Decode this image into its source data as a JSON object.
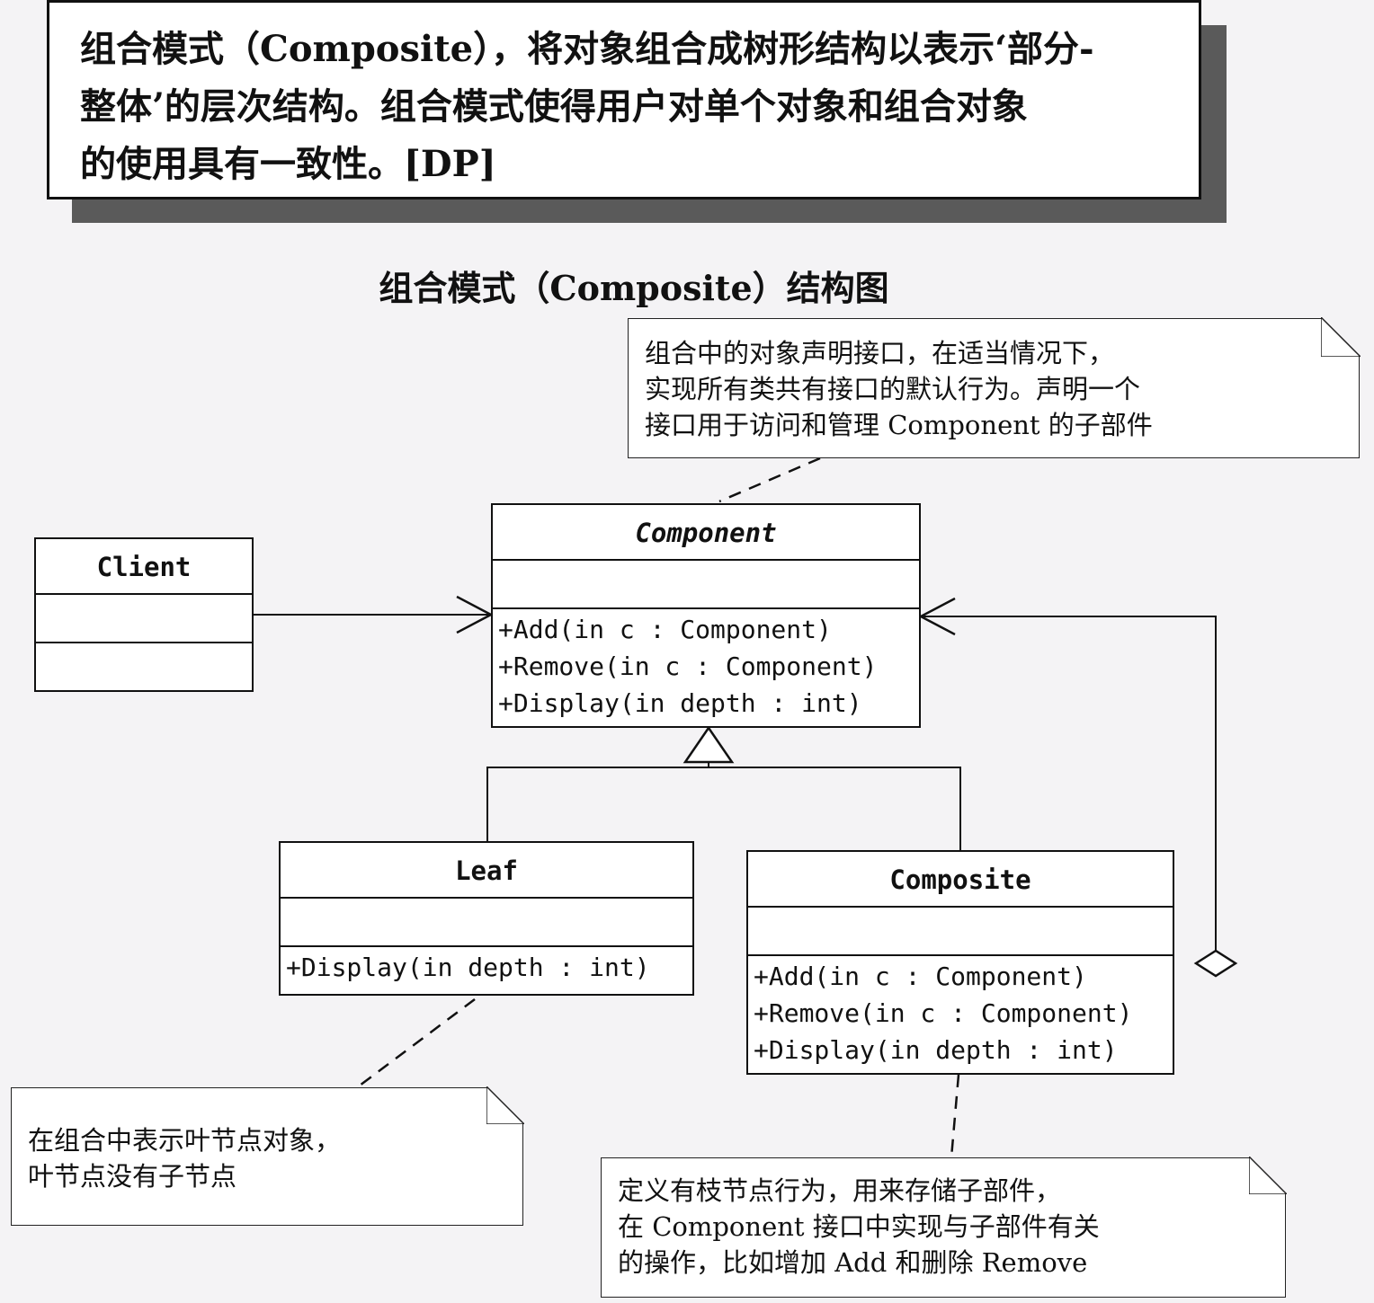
{
  "definition": {
    "line1": "组合模式（Composite），将对象组合成树形结构以表示‘部分-",
    "line2": "整体’的层次结构。组合模式使得用户对单个对象和组合对象",
    "line3": "的使用具有一致性。[DP]"
  },
  "diagram_title": "组合模式（Composite）结构图",
  "classes": {
    "client": {
      "name": "Client"
    },
    "component": {
      "name": "Component",
      "operations": [
        "+Add(in c : Component)",
        "+Remove(in c : Component)",
        "+Display(in depth : int)"
      ]
    },
    "leaf": {
      "name": "Leaf",
      "operations": [
        "+Display(in depth : int)"
      ]
    },
    "composite": {
      "name": "Composite",
      "operations": [
        "+Add(in c : Component)",
        "+Remove(in c : Component)",
        "+Display(in depth : int)"
      ]
    }
  },
  "notes": {
    "component": [
      "组合中的对象声明接口，在适当情况下，",
      "实现所有类共有接口的默认行为。声明一个",
      "接口用于访问和管理 Component 的子部件"
    ],
    "leaf": [
      "在组合中表示叶节点对象，",
      "叶节点没有子节点"
    ],
    "composite": [
      "定义有枝节点行为，用来存储子部件，",
      "在 Component 接口中实现与子部件有关",
      "的操作，比如增加 Add 和删除 Remove"
    ]
  }
}
